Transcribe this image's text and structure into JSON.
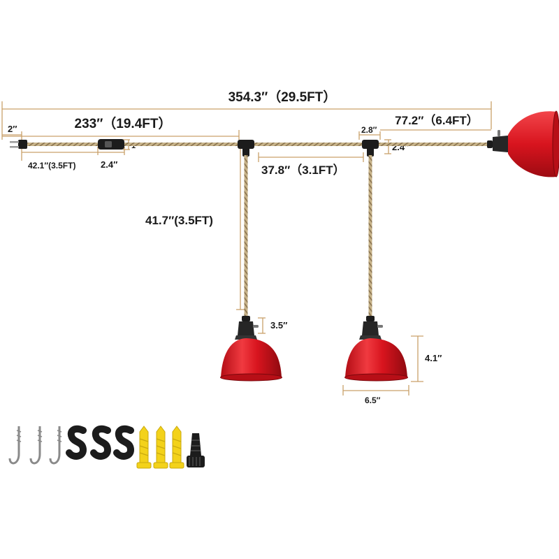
{
  "dimensions": {
    "total_length": "354.3″（29.5FT）",
    "main_run": "233″（19.4FT）",
    "end_run": "77.2″（6.4FT）",
    "plug_offset": "2″",
    "plug_to_switch": "42.1″(3.5FT)",
    "switch_length": "2.4″",
    "switch_height": "1″",
    "connector_width": "2.8″",
    "connector_height": "2.4″",
    "between_drops": "37.8″（3.1FT）",
    "drop_length": "41.7″(3.5FT)",
    "socket_height": "3.5″",
    "shade_height": "4.1″",
    "shade_width": "6.5″"
  },
  "colors": {
    "dimension_line": "#c9a06a",
    "shade_red": "#d8141e",
    "cord": "#b89e70",
    "hardware": "#1c1c1c",
    "anchor_yellow": "#f3d21a"
  },
  "accessories": {
    "screw_hooks": 3,
    "s_clips": 3,
    "wall_anchors": 3,
    "strain_relief_bushing": 1
  }
}
